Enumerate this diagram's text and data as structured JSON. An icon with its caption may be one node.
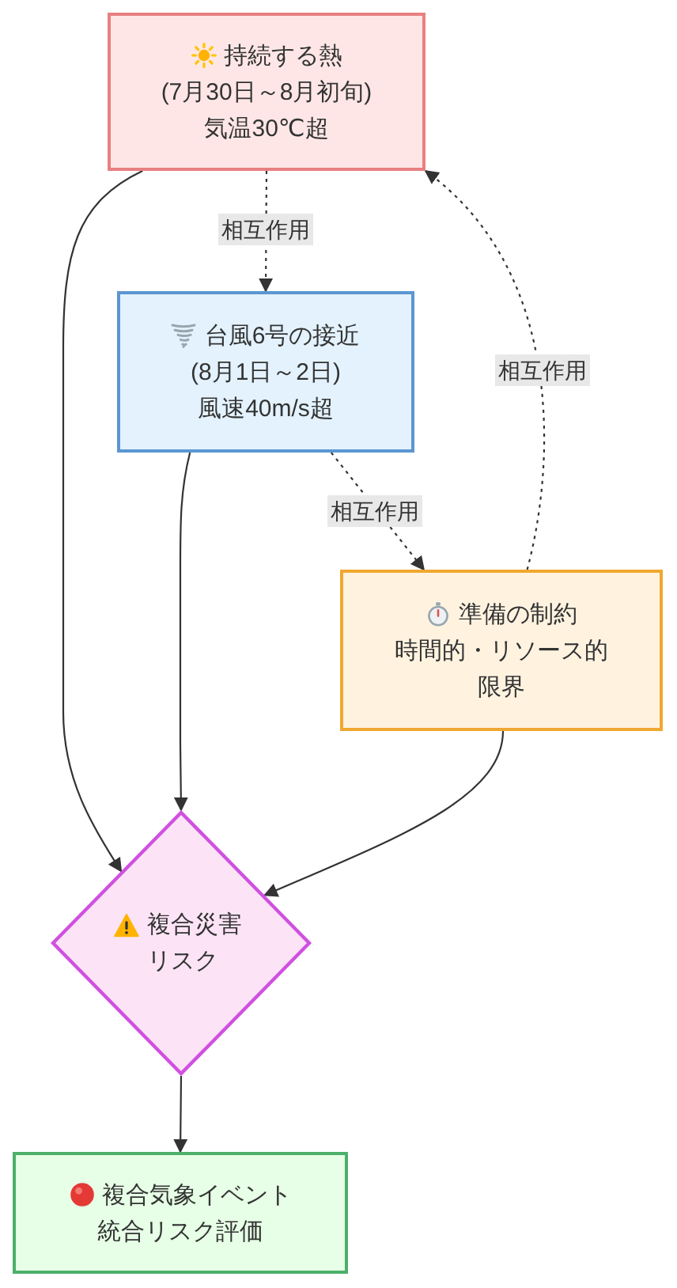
{
  "diagram": {
    "nodes": [
      {
        "text": [
          "持続する熱",
          "(7月30日～8月初旬)",
          "気温30℃超"
        ]
      },
      {
        "text": [
          "台風6号の接近",
          "(8月1日～2日)",
          "風速40m/s超"
        ]
      },
      {
        "text": [
          "準備の制約",
          "時間的・リソース的限界"
        ]
      },
      {
        "text": [
          "複合災害リスク"
        ]
      },
      {
        "text": [
          "複合気象イベント",
          "統合リスク評価"
        ]
      }
    ],
    "edges": [
      {
        "from": 0,
        "to": 1,
        "arrow": "to",
        "label": "相互作用",
        "style": "dashed"
      },
      {
        "from": 1,
        "to": 2,
        "arrow": "to",
        "label": "相互作用",
        "style": "dashed"
      },
      {
        "from": 2,
        "to": 0,
        "arrow": "to",
        "label": "相互作用",
        "style": "dashed"
      },
      {
        "from": 0,
        "to": 3,
        "arrow": "to"
      },
      {
        "from": 1,
        "to": 3,
        "arrow": "to"
      },
      {
        "from": 2,
        "to": 3,
        "arrow": "to"
      },
      {
        "from": 3,
        "to": 4,
        "arrow": "to"
      }
    ]
  }
}
